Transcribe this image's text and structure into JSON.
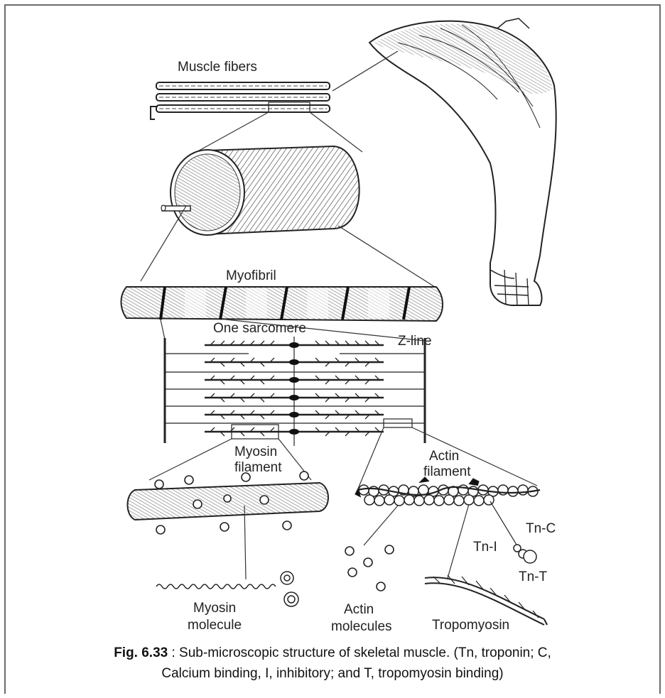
{
  "labels": {
    "muscle_fibers": "Muscle fibers",
    "myofibril": "Myofibril",
    "z_line": "Z-line",
    "one_sarcomere": "One sarcomere",
    "myosin_filament_1": "Myosin",
    "myosin_filament_2": "filament",
    "actin_filament_1": "Actin",
    "actin_filament_2": "filament",
    "tn_c": "Tn-C",
    "tn_i": "Tn-I",
    "tn_t": "Tn-T",
    "myosin_molecule_1": "Myosin",
    "myosin_molecule_2": "molecule",
    "actin_molecules_1": "Actin",
    "actin_molecules_2": "molecules",
    "tropomyosin": "Tropomyosin"
  },
  "caption": {
    "fig_number": "Fig. 6.33",
    "text_line1": " : Sub-microscopic structure of skeletal muscle. (Tn, troponin; C,",
    "text_line2": "Calcium binding, I, inhibitory; and T, tropomyosin binding)"
  }
}
